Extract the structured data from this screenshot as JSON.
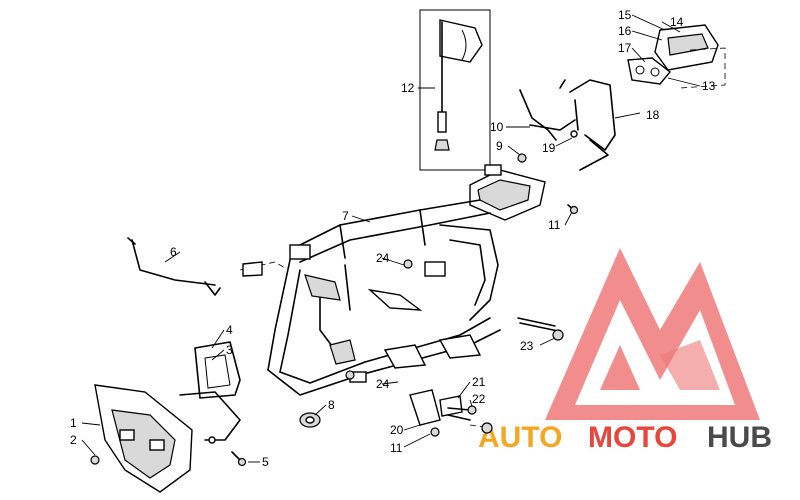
{
  "diagram": {
    "callouts": [
      {
        "id": "c1",
        "text": "1"
      },
      {
        "id": "c2",
        "text": "2"
      },
      {
        "id": "c3",
        "text": "3"
      },
      {
        "id": "c4",
        "text": "4"
      },
      {
        "id": "c5",
        "text": "5"
      },
      {
        "id": "c6",
        "text": "6"
      },
      {
        "id": "c7",
        "text": "7"
      },
      {
        "id": "c8",
        "text": "8"
      },
      {
        "id": "c9",
        "text": "9"
      },
      {
        "id": "c10",
        "text": "10"
      },
      {
        "id": "c11a",
        "text": "11"
      },
      {
        "id": "c11b",
        "text": "11"
      },
      {
        "id": "c12",
        "text": "12"
      },
      {
        "id": "c13",
        "text": "13"
      },
      {
        "id": "c14",
        "text": "14"
      },
      {
        "id": "c15",
        "text": "15"
      },
      {
        "id": "c16",
        "text": "16"
      },
      {
        "id": "c17",
        "text": "17"
      },
      {
        "id": "c18",
        "text": "18"
      },
      {
        "id": "c19",
        "text": "19"
      },
      {
        "id": "c20",
        "text": "20"
      },
      {
        "id": "c21",
        "text": "21"
      },
      {
        "id": "c22",
        "text": "22"
      },
      {
        "id": "c23",
        "text": "23"
      },
      {
        "id": "c24a",
        "text": "24"
      },
      {
        "id": "c24b",
        "text": "24"
      }
    ]
  },
  "watermark": {
    "brand_auto": "AUTO",
    "brand_moto": "MOTO",
    "brand_hub": "HUB",
    "color_auto": "#f5a623",
    "color_moto": "#e8463c",
    "color_hub": "#4a4a4a",
    "logo_color": "#ef6b6b"
  }
}
